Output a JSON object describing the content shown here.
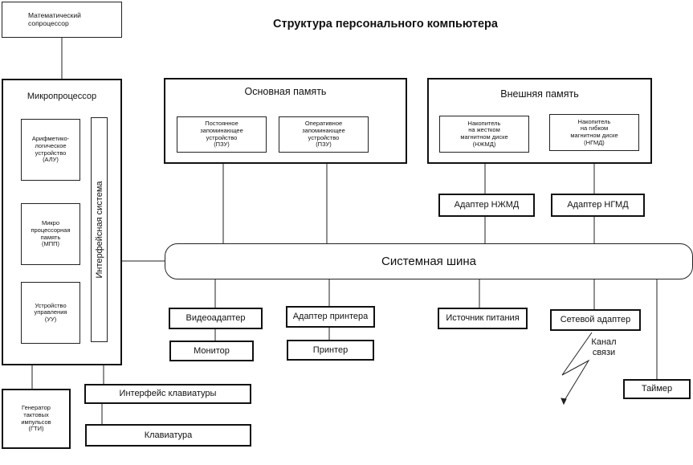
{
  "title": "Структура персонального компьютера",
  "blocks": {
    "math_coprocessor": "Математический\nсопроцессор",
    "microprocessor": "Микропроцессор",
    "alu": "Арифметико-\nлогическое\nустройство\n(АЛУ)",
    "mpp": "Микро\nпроцессорная\nпамять\n(МПП)",
    "uu": "Устройство\nуправления\n(УУ)",
    "interface_system": "Интерфейсная система",
    "main_memory": "Основная память",
    "rom": "Постоянное\nзапоминающее\nустройство\n(ПЗУ)",
    "ram": "Оперативное\nзапоминающее\nустройство\n(ПЗУ)",
    "external_memory": "Внешняя память",
    "hdd": "Накопитель\nна жестком\nмагнитном диске\n(НЖМД)",
    "fdd": "Накопитель\nна гибком\nмагнитном диске\n(НГМД)",
    "hdd_adapter": "Адаптер НЖМД",
    "fdd_adapter": "Адаптер НГМД",
    "system_bus": "Системная шина",
    "video_adapter": "Видеоадаптер",
    "monitor": "Монитор",
    "printer_adapter": "Адаптер принтера",
    "printer": "Принтер",
    "power_supply": "Источник питания",
    "network_adapter": "Сетевой адаптер",
    "comm_channel": "Канал\nсвязи",
    "timer": "Таймер",
    "clock_generator": "Генератор\nтактовых\nимпульсов\n(ГТИ)",
    "keyboard_interface": "Интерфейс клавиатуры",
    "keyboard": "Клавиатура"
  }
}
